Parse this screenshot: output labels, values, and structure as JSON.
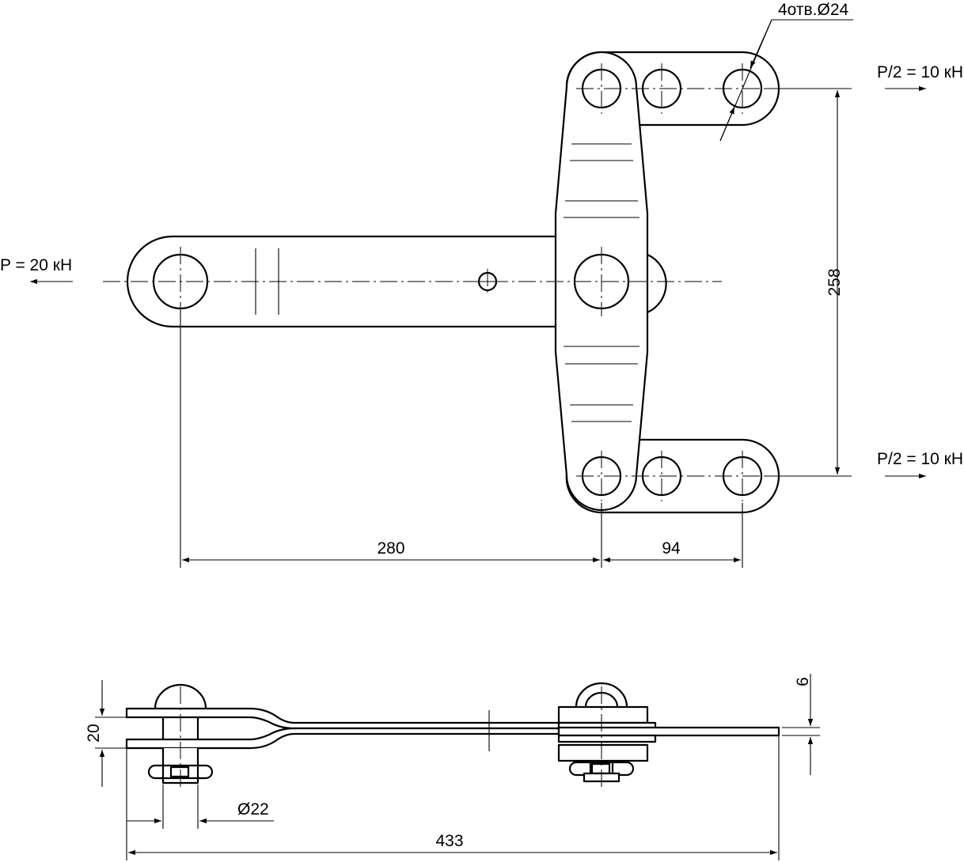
{
  "labels": {
    "load_left": "P = 20 кН",
    "load_top_right": "P/2 = 10 кН",
    "load_bottom_right": "P/2 = 10 кН",
    "holes_note": "4отв.Ø24"
  },
  "dimensions": {
    "d_280": "280",
    "d_94": "94",
    "d_258": "258",
    "d_433": "433",
    "d_20": "20",
    "d_22": "Ø22",
    "d_6": "6"
  }
}
